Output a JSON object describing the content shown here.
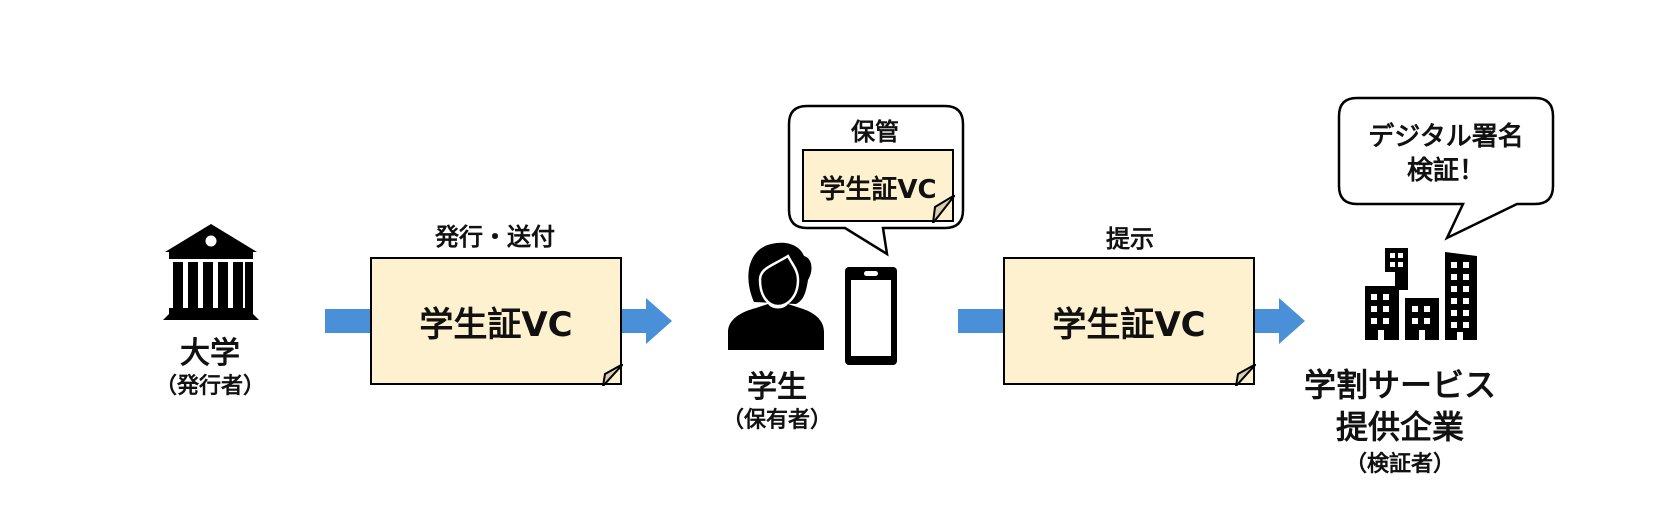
{
  "diagram": {
    "title": "学生証VC flow",
    "colors": {
      "arrow": "#4a90d9",
      "card_fill": "#fdf1cf",
      "fold_fill": "#d9cdb0",
      "stroke": "#000000"
    },
    "issuer": {
      "icon": "university-building-icon",
      "name": "大学",
      "role": "（発行者）"
    },
    "step1": {
      "action": "発行・送付",
      "card_label": "学生証VC"
    },
    "holder": {
      "icon": "student-person-icon",
      "device_icon": "smartphone-icon",
      "name": "学生",
      "role": "（保有者）",
      "bubble": {
        "title": "保管",
        "card_label": "学生証VC"
      }
    },
    "step2": {
      "action": "提示",
      "card_label": "学生証VC"
    },
    "verifier": {
      "icon": "office-buildings-icon",
      "name_line1": "学割サービス",
      "name_line2": "提供企業",
      "role": "（検証者）",
      "bubble": {
        "line1": "デジタル署名",
        "line2": "検証！"
      }
    }
  }
}
